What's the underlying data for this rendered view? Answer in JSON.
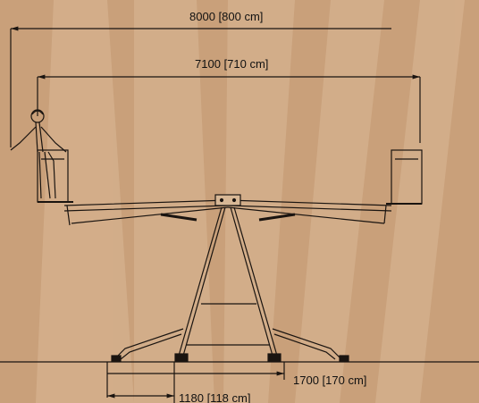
{
  "dimensions": {
    "overall_span": "8000 [800 cm]",
    "platform_span": "7100 [710 cm]",
    "base_width": "1700 [170 cm]",
    "foot_spacing": "1180 [118 cm]"
  },
  "colors": {
    "background": "#c9a07a",
    "light_ray": "#d7b694",
    "line": "#1a1410"
  }
}
